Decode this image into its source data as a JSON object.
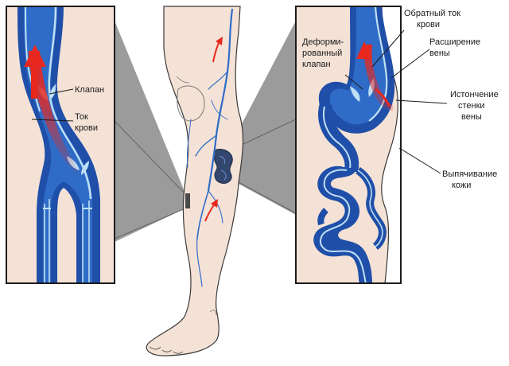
{
  "left_panel": {
    "labels": {
      "valve": "Клапан",
      "flow_line1": "Ток",
      "flow_line2": "крови"
    }
  },
  "right_panel": {
    "labels": {
      "backflow_line1": "Обратный ток",
      "backflow_line2": "крови",
      "dilation_line1": "Расширение",
      "dilation_line2": "вены",
      "deformed_line1": "Деформи-",
      "deformed_line2": "рованный",
      "deformed_line3": "клапан",
      "thinning_line1": "Истончение",
      "thinning_line2": "стенки",
      "thinning_line3": "вены",
      "bulge_line1": "Выпячивание",
      "bulge_line2": "кожи"
    }
  },
  "colors": {
    "skin": "#f5e2d6",
    "vein_dark": "#1f4fa8",
    "vein_mid": "#2f6cc8",
    "vein_light": "#bfe0f5",
    "blood_red": "#e8281e",
    "panel_frame": "#1c1c1c",
    "connector_shade": "#7a7a7a"
  }
}
